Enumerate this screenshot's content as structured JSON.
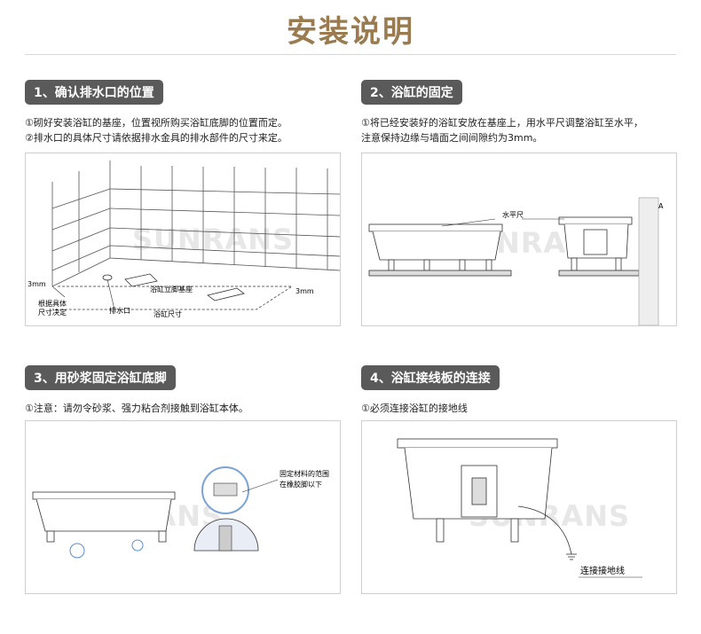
{
  "page_title": "安装说明",
  "watermark": "SUNRANS",
  "sections": [
    {
      "heading": "1、确认排水口的位置",
      "notes": [
        "①砌好安装浴缸的基座，位置视所购买浴缸底脚的位置而定。",
        "②排水口的具体尺寸请依据排水金具的排水部件的尺寸来定。"
      ],
      "labels": {
        "d1": "3mm",
        "d2": "3mm",
        "base": "浴缸立脚基座",
        "drain": "排水口",
        "size": "浴缸尺寸",
        "note_l1": "根据具体",
        "note_l2": "尺寸决定"
      }
    },
    {
      "heading": "2、浴缸的固定",
      "notes": [
        "①将已经安装好的浴缸安放在基座上，用水平尺调整浴缸至水平，",
        "注意保持边缘与墙面之间间隙约为3mm。"
      ],
      "labels": {
        "level": "水平尺",
        "a": "A"
      }
    },
    {
      "heading": "3、用砂浆固定浴缸底脚",
      "notes": [
        "①注意：请勿令砂浆、强力粘合剂接触到浴缸本体。"
      ],
      "labels": {
        "range_l1": "固定材料的范围",
        "range_l2": "在橡胶脚以下"
      }
    },
    {
      "heading": "4、浴缸接线板的连接",
      "notes": [
        "①必须连接浴缸的接地线"
      ],
      "labels": {
        "ground": "连接接地线"
      }
    }
  ]
}
